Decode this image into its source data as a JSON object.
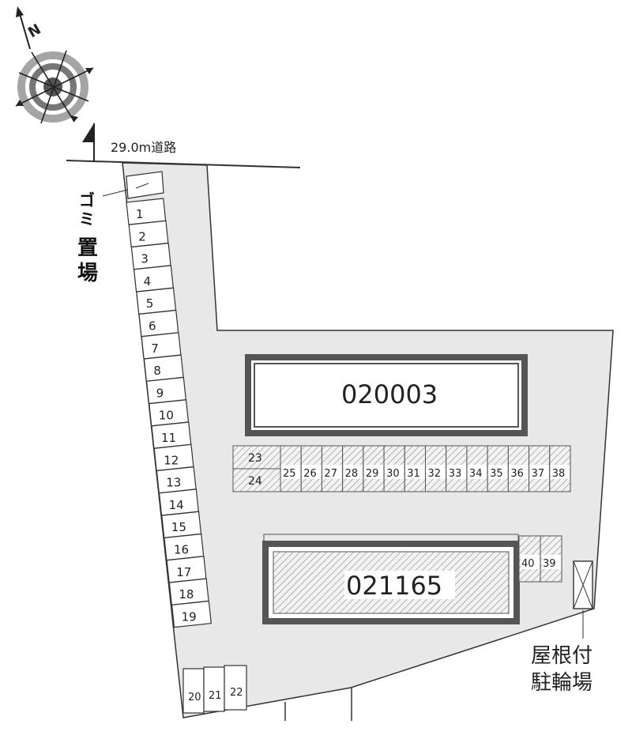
{
  "compass": {
    "label": "N",
    "icon": "compass-rose-icon"
  },
  "road": {
    "label": "29.0m道路"
  },
  "garbage": {
    "label_chars": [
      "ゴ",
      "ミ",
      "置",
      "場"
    ]
  },
  "buildings": [
    {
      "id": "020003"
    },
    {
      "id": "021165"
    }
  ],
  "bike_parking": {
    "line1": "屋根付",
    "line2": "駐輪場"
  },
  "parking_left": [
    "1",
    "2",
    "3",
    "4",
    "5",
    "6",
    "7",
    "8",
    "9",
    "10",
    "11",
    "12",
    "13",
    "14",
    "15",
    "16",
    "17",
    "18",
    "19"
  ],
  "parking_bottom": [
    "20",
    "21",
    "22"
  ],
  "parking_mid_pair": [
    "23",
    "24"
  ],
  "parking_mid_row": [
    "25",
    "26",
    "27",
    "28",
    "29",
    "30",
    "31",
    "32",
    "33",
    "34",
    "35",
    "36",
    "37",
    "38"
  ],
  "parking_right": [
    "40",
    "39"
  ],
  "colors": {
    "lot": "#e8e8e8",
    "outline": "#333333",
    "building_border": "#555555",
    "hatch": "#888888",
    "compass_ring": "#9a9a9a"
  }
}
